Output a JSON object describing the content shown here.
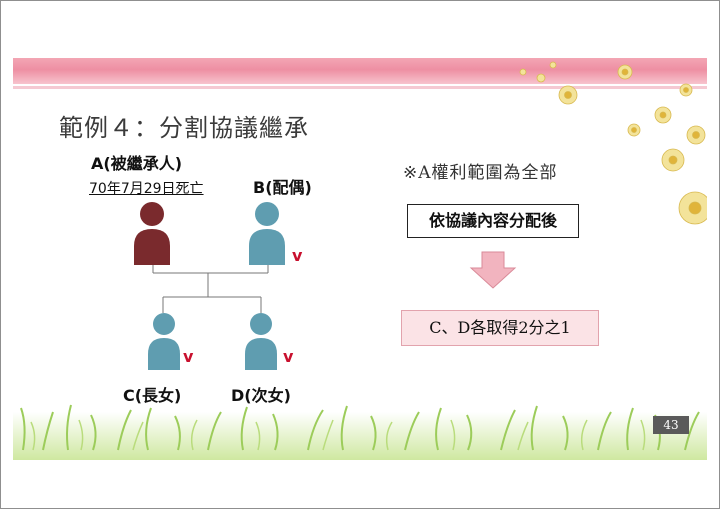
{
  "slide": {
    "title": "範例４：分割協議繼承",
    "page_number": "43"
  },
  "family": {
    "a": {
      "label": "A(被繼承人)",
      "date": "70年7月29日死亡"
    },
    "b": {
      "label": "B(配偶)"
    },
    "c": {
      "label": "C(長女)"
    },
    "d": {
      "label": "D(次女)"
    },
    "check_mark": "v"
  },
  "right_panel": {
    "note": "※A權利範圍為全部",
    "step_box": "依協議內容分配後",
    "result_box": "C、D各取得2分之1"
  },
  "colors": {
    "deceased": "#7a2a2d",
    "heir": "#5f9db0",
    "check": "#c8102e",
    "banner_pink": "#ee8fa3",
    "arrow_pink": "#f2b4bf",
    "result_fill": "#fbe3e6"
  }
}
